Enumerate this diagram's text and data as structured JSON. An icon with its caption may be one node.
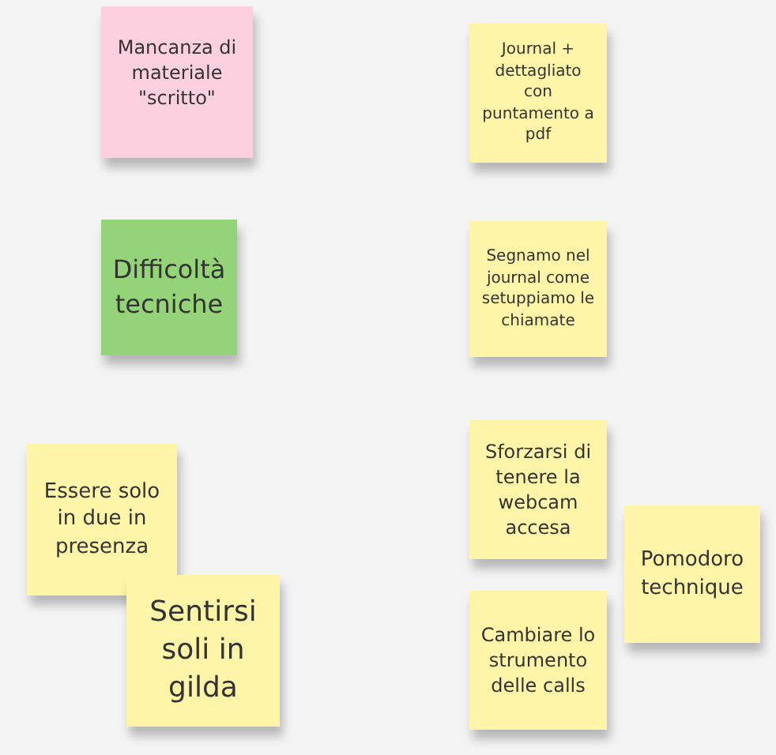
{
  "diagram": {
    "nodes": [
      {
        "text": [
          "Mancanza di materiale \"scritto\""
        ]
      },
      {
        "text": [
          "Difficoltà tecniche"
        ]
      },
      {
        "text": [
          "Essere solo in due in presenza"
        ]
      },
      {
        "text": [
          "Sentirsi soli in gilda"
        ]
      },
      {
        "text": [
          "Journal + dettagliato con puntamento a pdf"
        ]
      },
      {
        "text": [
          "Segnamo nel journal come setuppiamo le chiamate"
        ]
      },
      {
        "text": [
          "Sforzarsi di tenere la webcam accesa"
        ]
      },
      {
        "text": [
          "Pomodoro technique"
        ]
      },
      {
        "text": [
          "Cambiare lo strumento delle calls"
        ]
      }
    ]
  }
}
